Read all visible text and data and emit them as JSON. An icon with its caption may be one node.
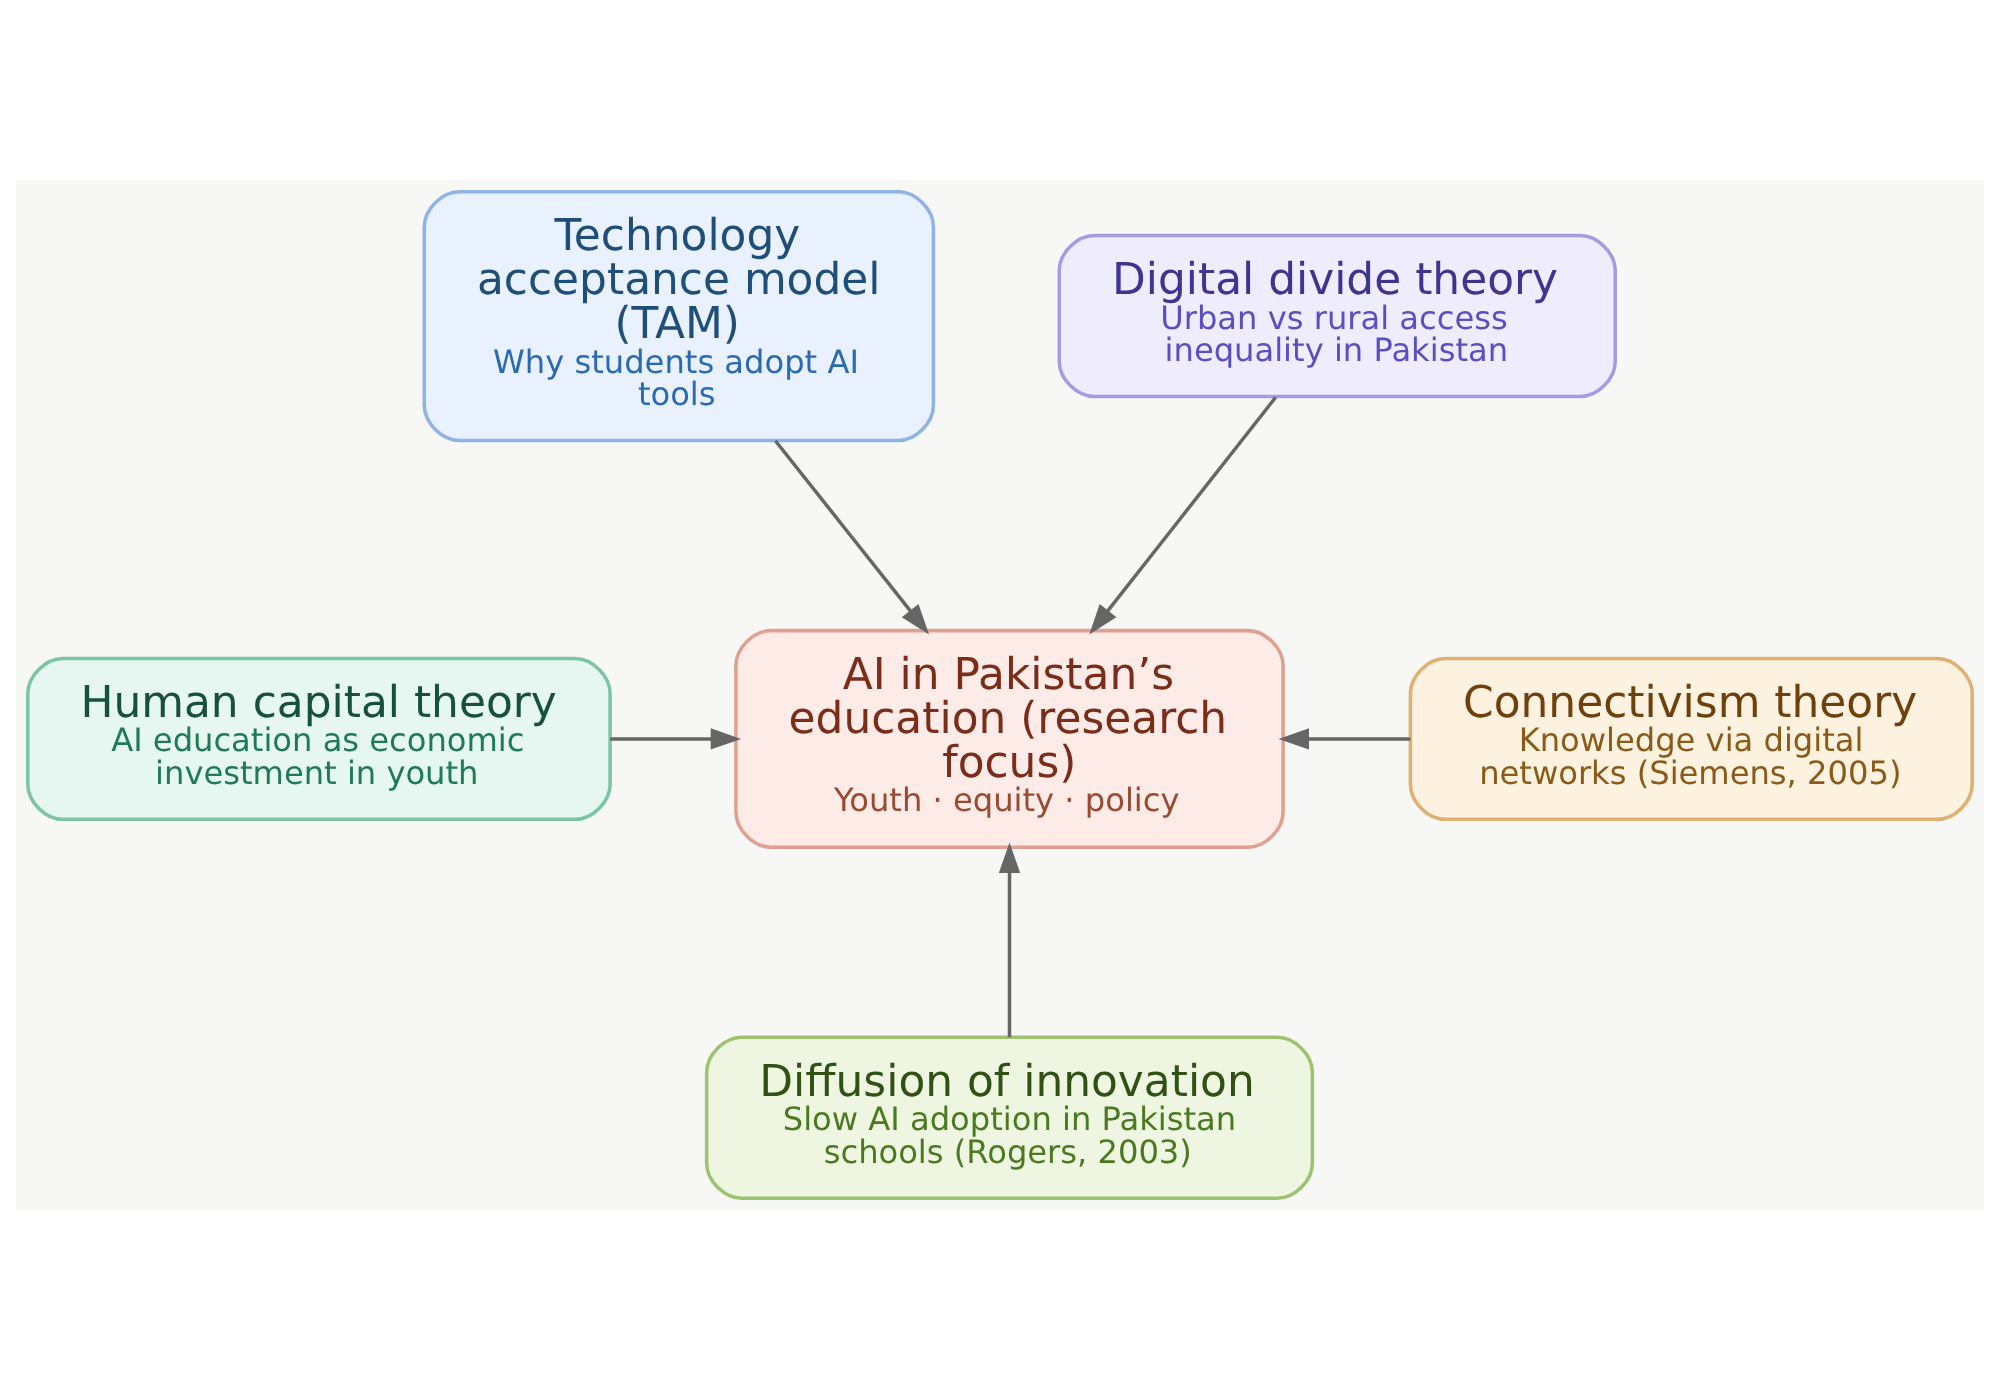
{
  "diagram": {
    "nodes": [
      {
        "text": [
          "Technology acceptance model (TAM)",
          "Why students adopt AI tools"
        ]
      },
      {
        "text": [
          "Digital divide theory",
          "Urban vs rural access inequality in Pakistan"
        ]
      },
      {
        "text": [
          "Human capital theory",
          "AI education as economic investment in youth"
        ]
      },
      {
        "text": [
          "AI in Pakistan’s education (research focus)",
          "Youth · equity · policy"
        ]
      },
      {
        "text": [
          "Connectivism theory",
          "Knowledge via digital networks (Siemens, 2005)"
        ]
      },
      {
        "text": [
          "Diffusion of innovation",
          "Slow AI adoption in Pakistan schools (Rogers, 2003)"
        ]
      }
    ],
    "edges": [
      {
        "from": 0,
        "to": 3,
        "arrow": "to"
      },
      {
        "from": 1,
        "to": 3,
        "arrow": "to"
      },
      {
        "from": 2,
        "to": 3,
        "arrow": "to"
      },
      {
        "from": 4,
        "to": 3,
        "arrow": "to"
      },
      {
        "from": 5,
        "to": 3,
        "arrow": "to"
      }
    ]
  }
}
